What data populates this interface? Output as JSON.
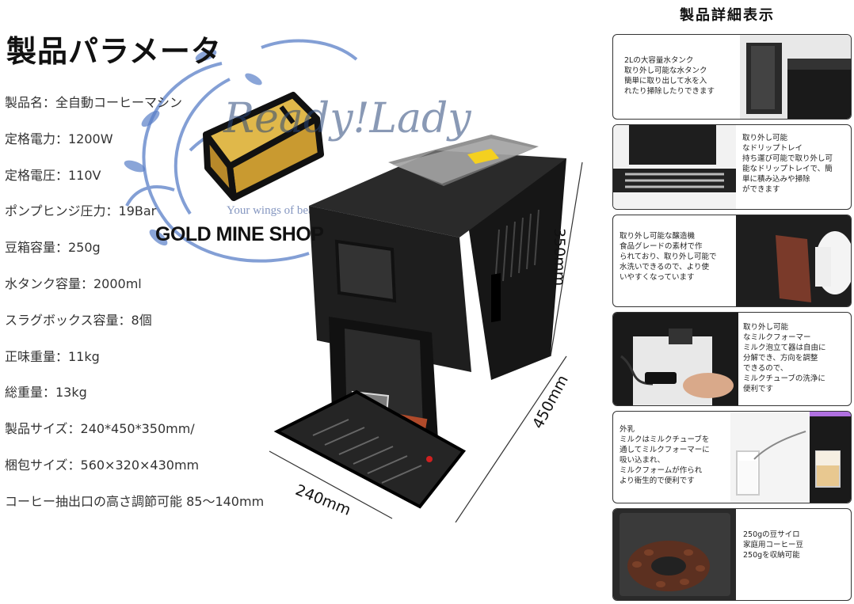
{
  "page_title": "製品パラメータ",
  "params": [
    "製品名：全自動コーヒーマシン",
    "定格電力：1200W",
    "定格電圧：110V",
    "ポンプヒンジ圧力：19Bar",
    "豆箱容量：250g",
    "水タンク容量：2000ml",
    "スラグボックス容量：8個",
    "正味重量：11kg",
    "総重量：13kg",
    "製品サイズ：240*450*350mm/",
    "梱包サイズ：560×320×430mm",
    "コーヒー抽出口の高さ調節可能 85～140mm"
  ],
  "watermark": {
    "script": "Ready!Lady",
    "tagline": "Your wings of beauty will open.",
    "shop": "GOLD MINE SHOP"
  },
  "dimensions": {
    "height": "350mm",
    "depth": "450mm",
    "width": "240mm"
  },
  "side_title": "製品詳細表示",
  "details": [
    {
      "text": "2Lの大容量水タンク\n取り外し可能な水タンク\n簡単に取り出して水を入\nれたり掃除したりできます"
    },
    {
      "text": "取り外し可能\nなドリップトレイ\n持ち運び可能で取り外し可\n能なドリップトレイで、簡\n単に積み込みや掃除\nができます"
    },
    {
      "text": "取り外し可能な醸造機\n食品グレードの素材で作\nられており、取り外し可能で\n水洗いできるので、より使\nいやすくなっています"
    },
    {
      "text": "取り外し可能\nなミルクフォーマー\nミルク泡立て器は自由に\n分解でき、方向を調整\nできるので、\nミルクチューブの洗浄に\n便利です"
    },
    {
      "text": "外乳\nミルクはミルクチューブを\n通してミルクフォーマーに\n吸い込まれ、\nミルクフォームが作られ\nより衛生的で便利です"
    },
    {
      "text": "250gの豆サイロ\n家庭用コーヒー豆\n250gを収納可能"
    }
  ],
  "colors": {
    "machine": "#1a1a1a",
    "accent": "#c8a040",
    "watermark_blue": "#4a6fb0"
  }
}
